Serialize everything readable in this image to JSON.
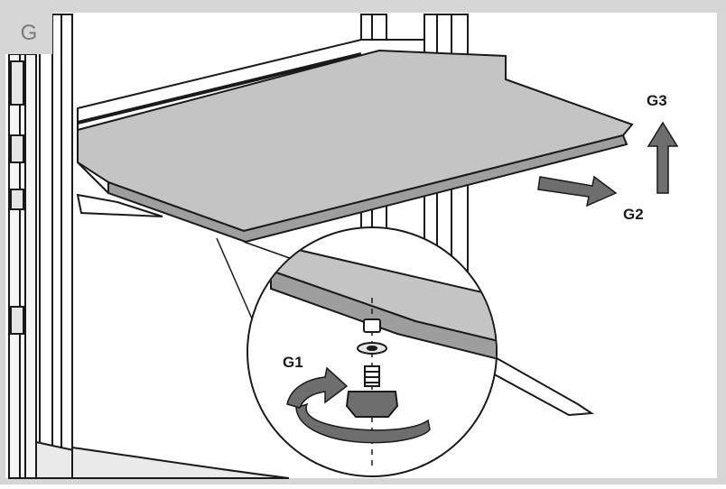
{
  "figure": {
    "step_label": "G",
    "callouts": {
      "g1": "G1",
      "g2": "G2",
      "g3": "G3"
    }
  },
  "colors": {
    "frame": "#d6d6d6",
    "shelf": "#c4c4c4",
    "outline": "#1a1a1a",
    "arrow": "#4a4a4a"
  }
}
